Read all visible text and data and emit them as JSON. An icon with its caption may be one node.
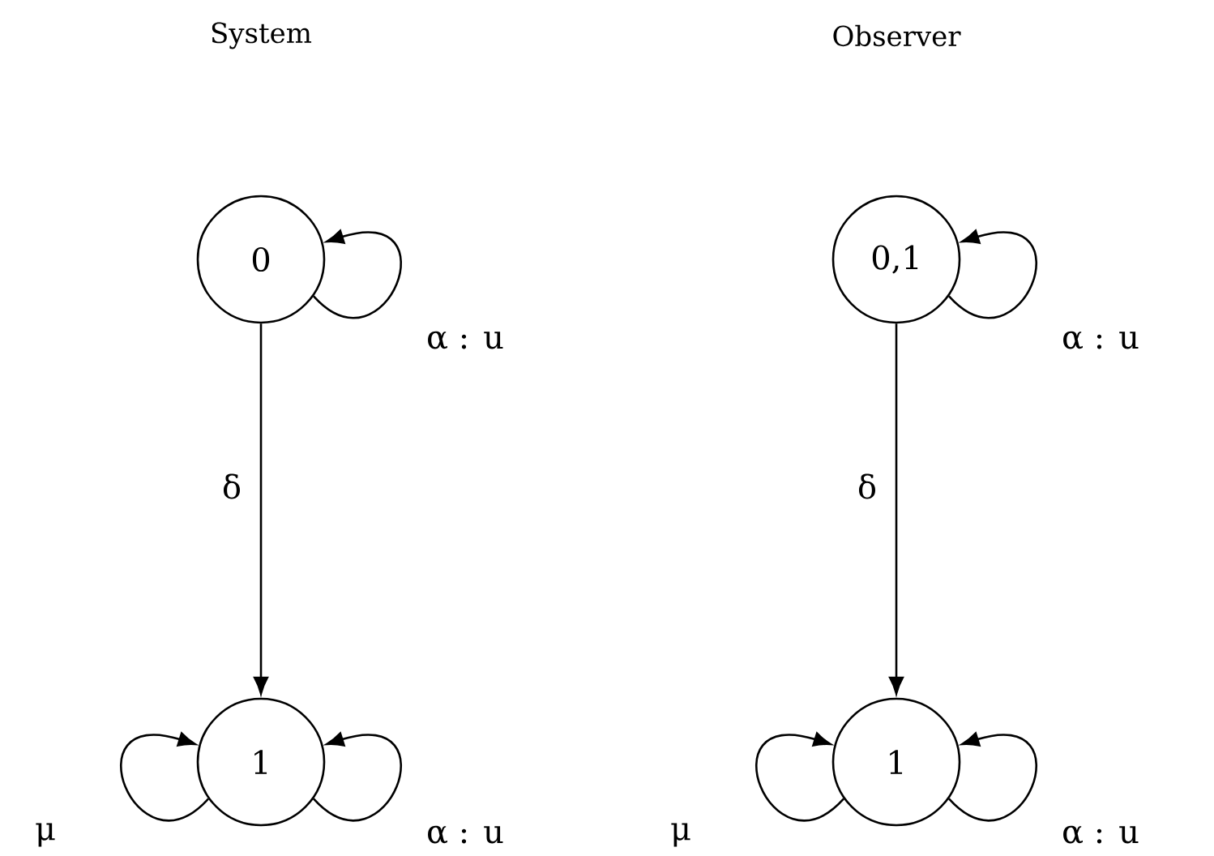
{
  "diagram": {
    "nodes": [
      {
        "text": [
          "0"
        ]
      },
      {
        "text": [
          "1"
        ]
      },
      {
        "text": [
          "0,1"
        ]
      },
      {
        "text": [
          "1"
        ]
      }
    ],
    "edges": [
      {
        "from": 0,
        "to": 0,
        "arrow": "to",
        "label": "α : u"
      },
      {
        "from": 0,
        "to": 1,
        "arrow": "to",
        "label": "δ"
      },
      {
        "from": 1,
        "to": 1,
        "arrow": "to",
        "label": "μ"
      },
      {
        "from": 1,
        "to": 1,
        "arrow": "to",
        "label": "α : u"
      },
      {
        "from": 2,
        "to": 2,
        "arrow": "to",
        "label": "α : u"
      },
      {
        "from": 2,
        "to": 3,
        "arrow": "to",
        "label": "δ"
      },
      {
        "from": 3,
        "to": 3,
        "arrow": "to",
        "label": "μ"
      },
      {
        "from": 3,
        "to": 3,
        "arrow": "to",
        "label": "α : u"
      }
    ],
    "labels": [
      "System",
      "Observer"
    ]
  }
}
